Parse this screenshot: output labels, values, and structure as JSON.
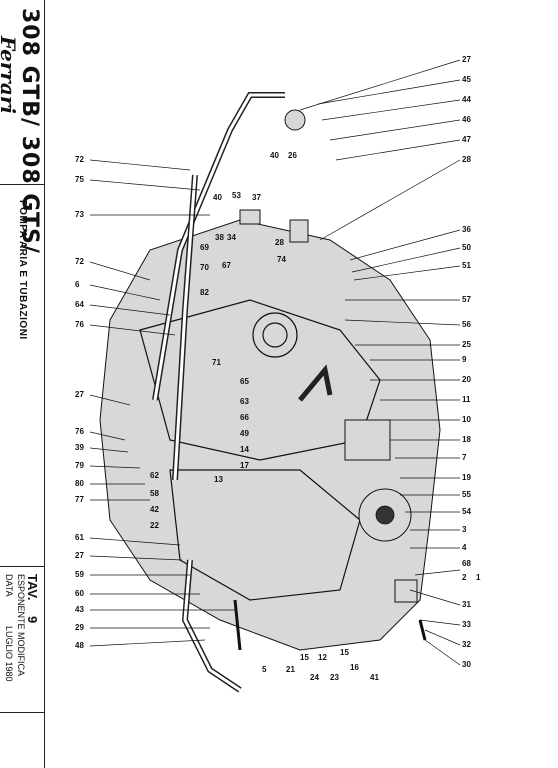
{
  "sidebar": {
    "model_line": "308 GTB/ 308 GTS/",
    "logo_text": "Ferrari",
    "section_title": "POMPA ARIA E TUBAZIONI",
    "table_label": "TAV.",
    "table_number": "9",
    "exponent_label": "ESPONENTE MODIFICA",
    "date_label": "DATA",
    "date_value": "LUGLIO 1980"
  },
  "callouts": {
    "c27a": "27",
    "c45": "45",
    "c44": "44",
    "c46": "46",
    "c47": "47",
    "c28": "28",
    "c72a": "72",
    "c75": "75",
    "c73": "73",
    "c72b": "72",
    "c6": "6",
    "c64": "64",
    "c76a": "76",
    "c27b": "27",
    "c76b": "76",
    "c39": "39",
    "c79": "79",
    "c80": "80",
    "c77": "77",
    "c61": "61",
    "c27c": "27",
    "c59": "59",
    "c60": "60",
    "c43": "43",
    "c29": "29",
    "c48": "48",
    "c40a": "40",
    "c26": "26",
    "c37": "37",
    "c40b": "40",
    "c53": "53",
    "c34": "34",
    "c38": "38",
    "c69": "69",
    "c70": "70",
    "c67": "67",
    "c82": "82",
    "c28b": "28",
    "c74": "74",
    "c71": "71",
    "c65": "65",
    "c63": "63",
    "c66": "66",
    "c49": "49",
    "c14": "14",
    "c17": "17",
    "c13": "13",
    "c62": "62",
    "c58": "58",
    "c42": "42",
    "c22": "22",
    "c36": "36",
    "c50": "50",
    "c51": "51",
    "c57": "57",
    "c56": "56",
    "c25": "25",
    "c9": "9",
    "c20": "20",
    "c11": "11",
    "c10": "10",
    "c18": "18",
    "c7": "7",
    "c19": "19",
    "c55": "55",
    "c54": "54",
    "c3": "3",
    "c4": "4",
    "c68": "68",
    "c2": "2",
    "c1": "1",
    "c31": "31",
    "c33": "33",
    "c32": "32",
    "c30": "30",
    "c41": "41",
    "c16": "16",
    "c23": "23",
    "c24": "24",
    "c12": "12",
    "c15a": "15",
    "c15b": "15",
    "c21": "21",
    "c5": "5"
  }
}
